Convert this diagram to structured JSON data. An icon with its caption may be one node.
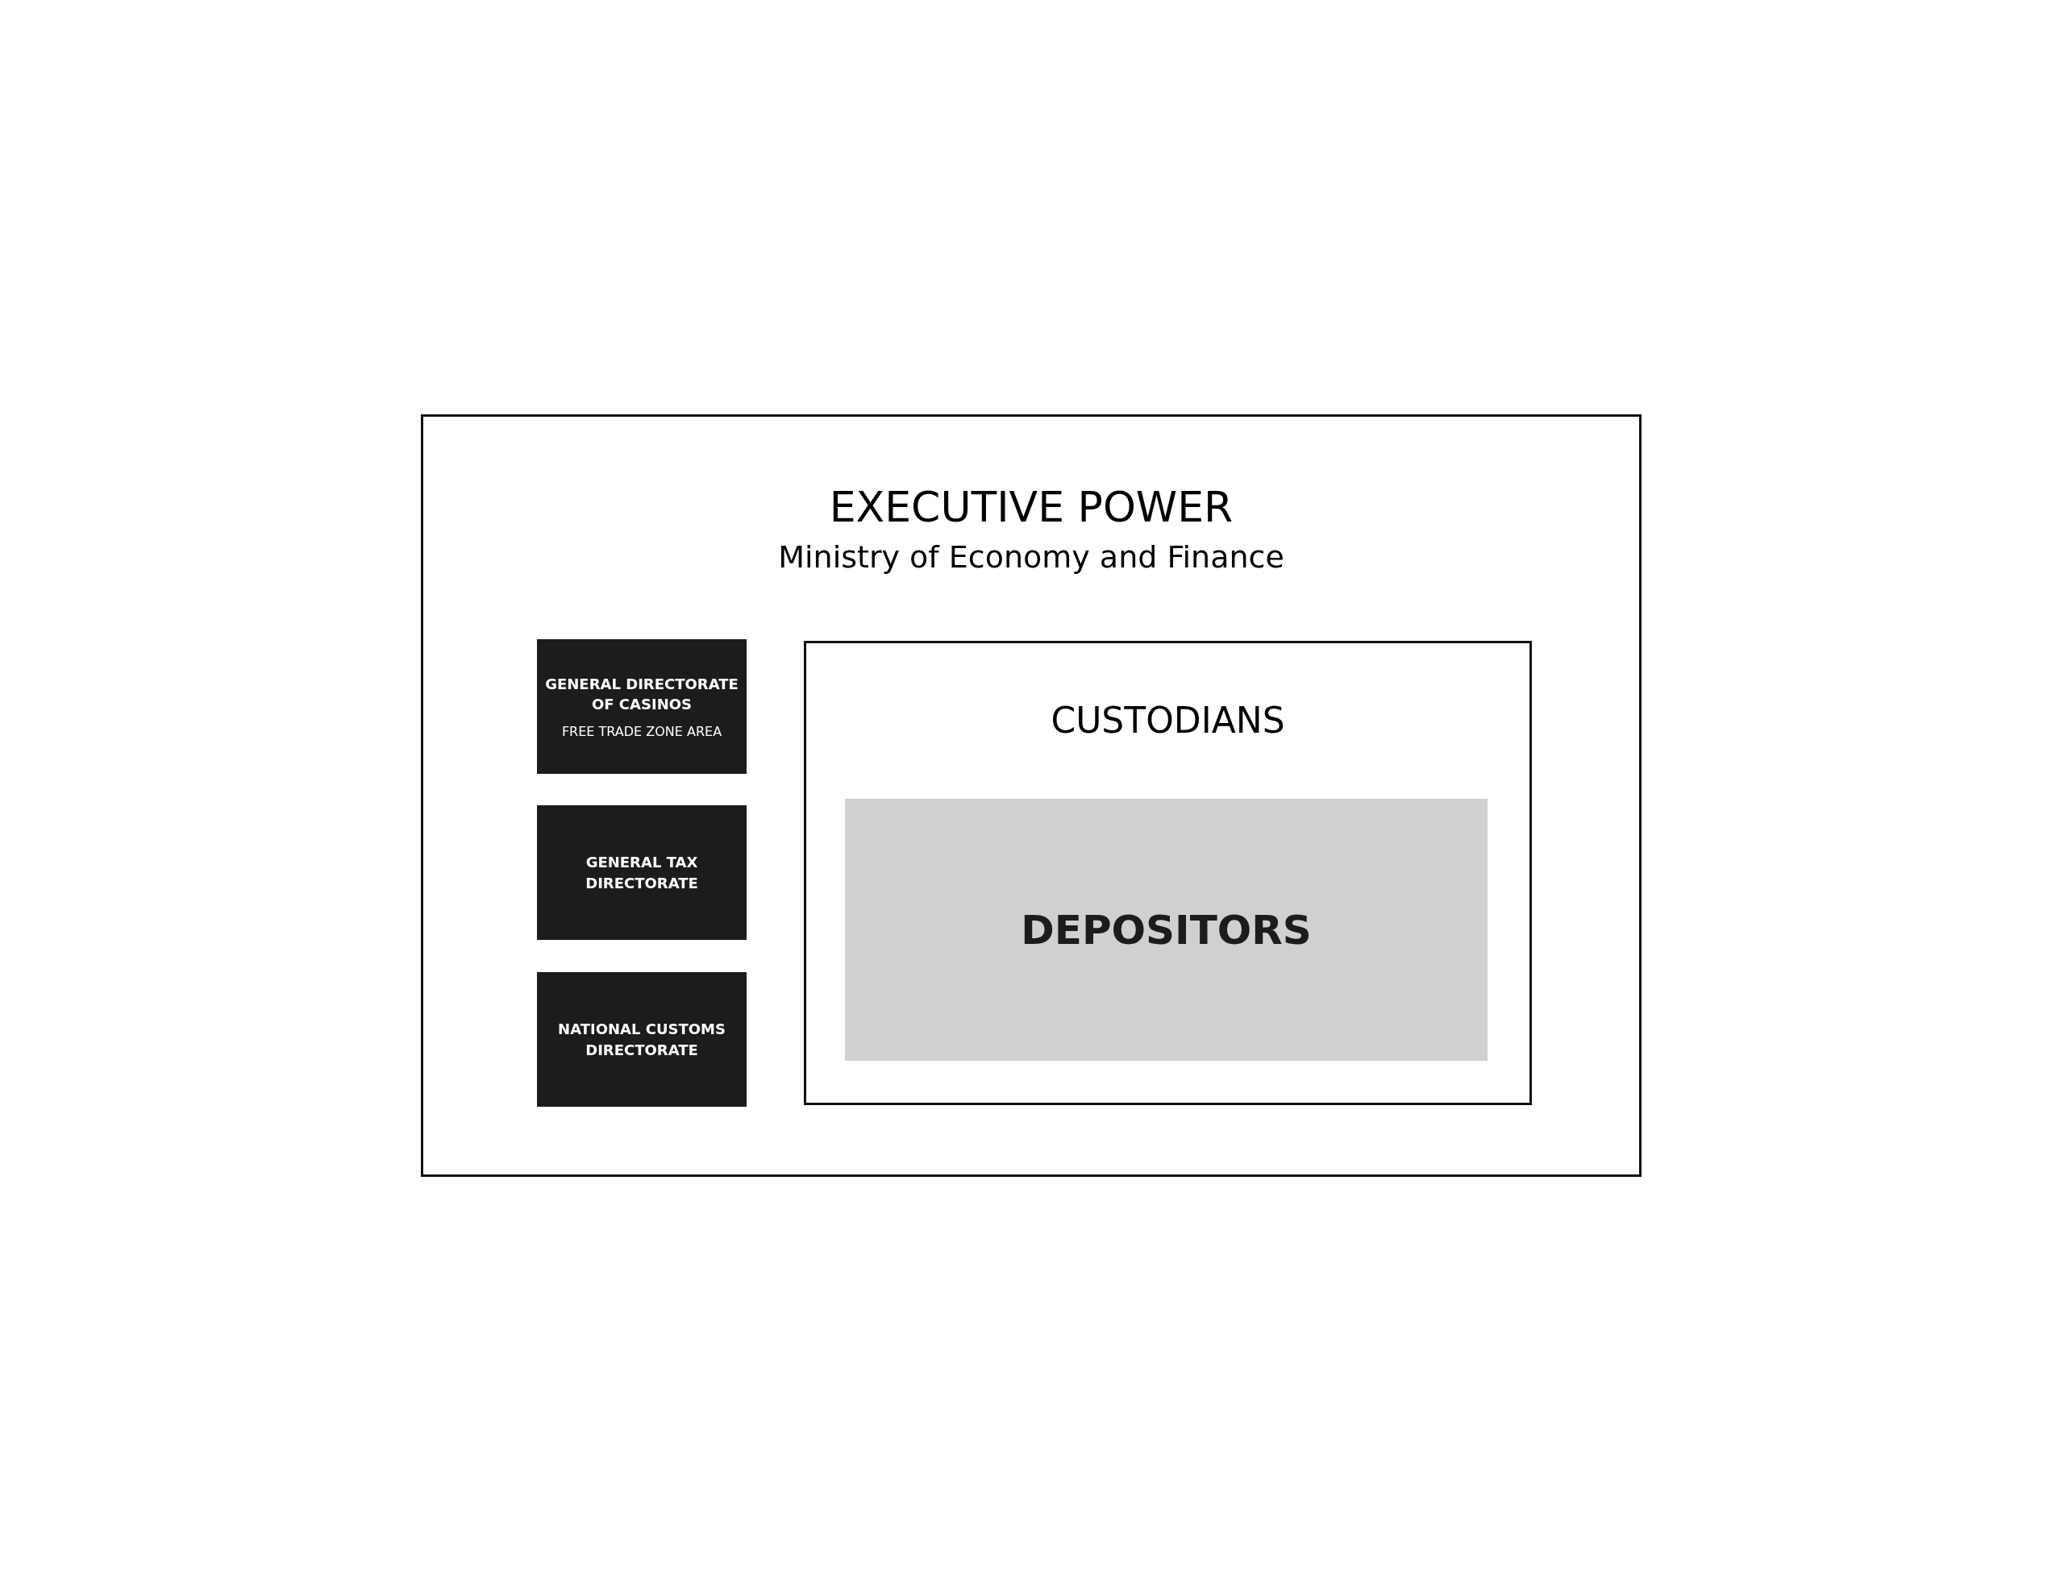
{
  "diagram": {
    "nodes": [
      {
        "text": [
          "EXECUTIVE POWER",
          "Ministry of Economy and Finance"
        ]
      },
      {
        "text": [
          "GENERAL DIRECTORATE OF CASINOS",
          "FREE TRADE ZONE AREA"
        ],
        "in": 0
      },
      {
        "text": [
          "GENERAL TAX DIRECTORATE"
        ],
        "in": 0
      },
      {
        "text": [
          "NATIONAL CUSTOMS DIRECTORATE"
        ],
        "in": 0
      },
      {
        "text": [
          "CUSTODIANS"
        ],
        "in": 0
      },
      {
        "text": [
          "DEPOSITORS"
        ],
        "in": 4
      }
    ]
  }
}
